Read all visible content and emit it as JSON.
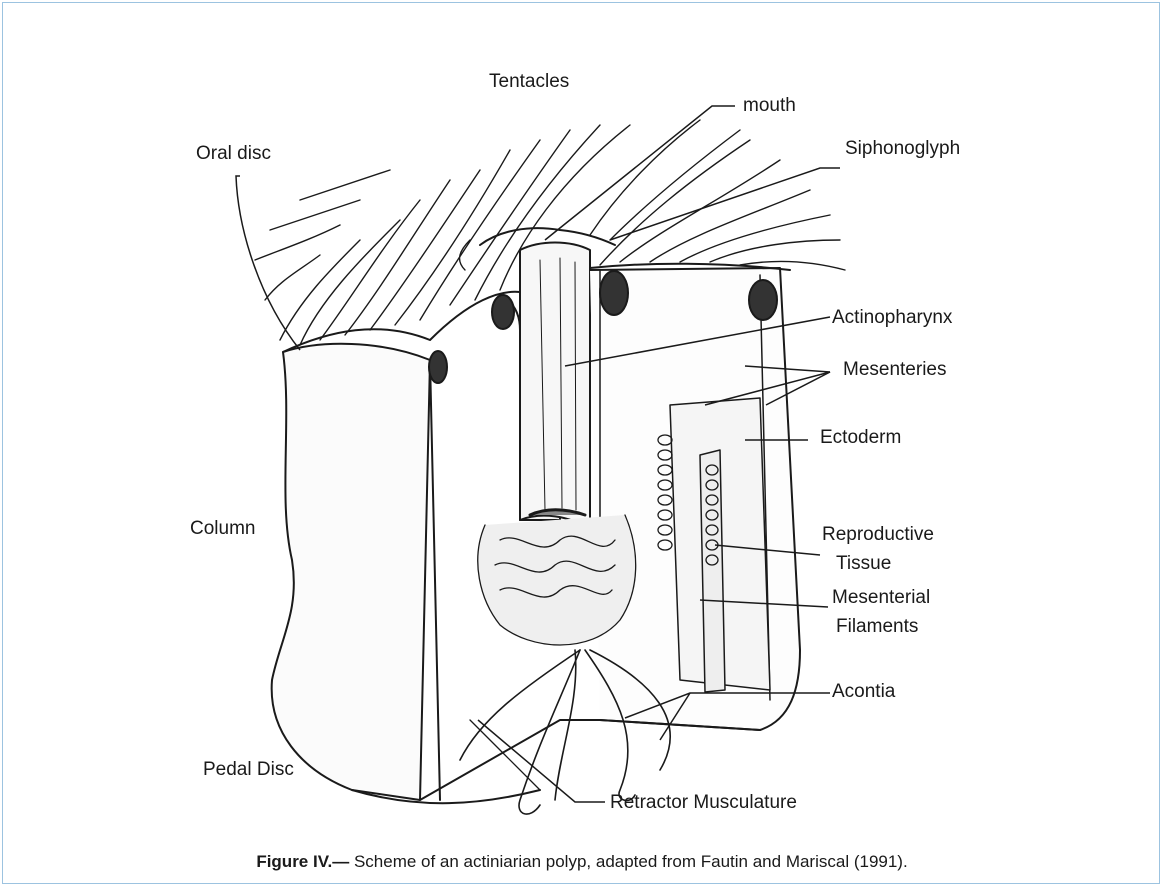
{
  "labels": {
    "tentacles": "Tentacles",
    "mouth": "mouth",
    "oral_disc": "Oral disc",
    "siphonoglyph": "Siphonoglyph",
    "actinopharynx": "Actinopharynx",
    "mesenteries": "Mesenteries",
    "ectoderm": "Ectoderm",
    "column": "Column",
    "reproductive_line1": "Reproductive",
    "reproductive_line2": "Tissue",
    "mesenterial_line1": "Mesenterial",
    "mesenterial_line2": "Filaments",
    "acontia": "Acontia",
    "pedal_disc": "Pedal Disc",
    "retractor": "Retractor Musculature"
  },
  "caption": {
    "label": "Figure IV.—",
    "text": " Scheme of an actiniarian polyp, adapted from Fautin and Mariscal (1991)."
  },
  "colors": {
    "border": "#9cc3e0",
    "ink": "#1a1a1a"
  }
}
